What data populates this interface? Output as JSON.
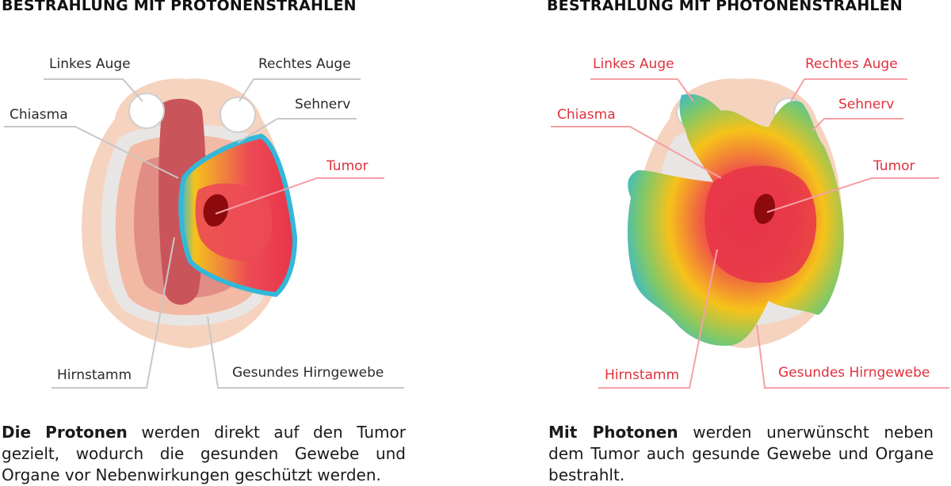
{
  "left": {
    "title": "BESTRAHLUNG MIT PROTONENSTRAHLEN",
    "labels": {
      "linkes_auge": "Linkes Auge",
      "rechtes_auge": "Rechtes Auge",
      "chiasma": "Chiasma",
      "sehnerv": "Sehnerv",
      "tumor": "Tumor",
      "hirnstamm": "Hirnstamm",
      "gesundes_hirngewebe": "Gesundes Hirngewebe"
    },
    "caption_bold": "Die Protonen",
    "caption_rest": " werden direkt auf den Tumor gezielt, wodurch die gesunden Gewebe und Organe vor Nebenwirkungen geschützt werden."
  },
  "right": {
    "title": "BESTRAHLUNG MIT PHOTONENSTRAHLEN",
    "labels": {
      "linkes_auge": "Linkes Auge",
      "rechtes_auge": "Rechtes Auge",
      "chiasma": "Chiasma",
      "sehnerv": "Sehnerv",
      "tumor": "Tumor",
      "hirnstamm": "Hirnstamm",
      "gesundes_hirngewebe": "Gesundes Hirngewebe"
    },
    "caption_bold": "Mit Photonen",
    "caption_rest": " werden unerwünscht neben dem Tumor auch gesunde Gewebe und Organe bestrahlt."
  },
  "colors": {
    "label_dark": "#2a2a2a",
    "label_red": "#e0303c",
    "skin": "#f6d3bf",
    "brain": "#e8a08f",
    "brain_dark": "#c9555a",
    "dose_high": "#e8344a",
    "dose_mid": "#f6c21a",
    "dose_low": "#33b8d8"
  }
}
